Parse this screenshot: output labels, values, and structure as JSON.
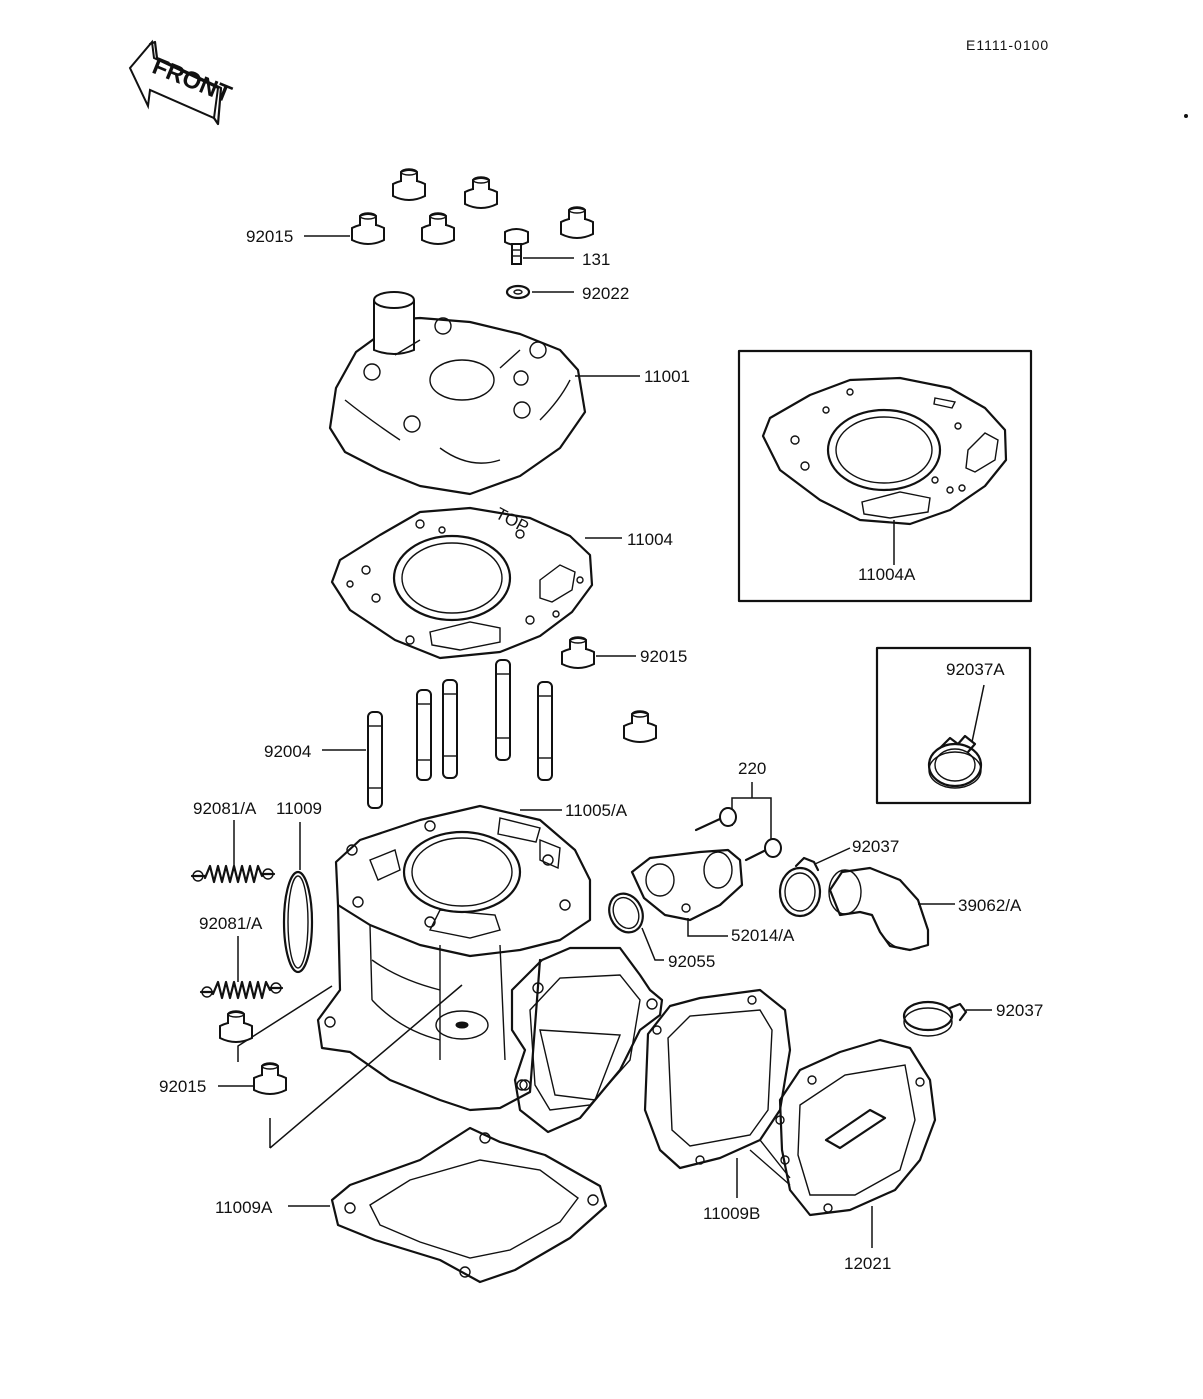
{
  "diagram_code": "E1111-0100",
  "front_label": "FRONT",
  "labels": {
    "p92015_top": "92015",
    "p131": "131",
    "p92022": "92022",
    "p11001": "11001",
    "p11004": "11004",
    "p11004A": "11004A",
    "p92015_mid": "92015",
    "p92037A": "92037A",
    "p92004": "92004",
    "p220": "220",
    "p92081A_1": "92081/A",
    "p11009": "11009",
    "p11005A": "11005/A",
    "p92037_1": "92037",
    "p39062A": "39062/A",
    "p52014A": "52014/A",
    "p92081A_2": "92081/A",
    "p92055": "92055",
    "p92037_2": "92037",
    "p92015_low": "92015",
    "p11009A": "11009A",
    "p11009B": "11009B",
    "p12021": "12021"
  },
  "gasket_marking": "TOP"
}
